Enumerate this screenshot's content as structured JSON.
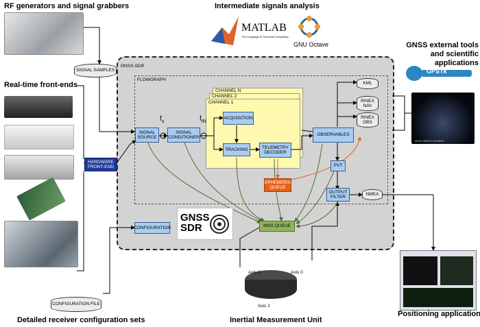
{
  "headers": {
    "rf_generators": "RF generators and signal grabbers",
    "intermediate": "Intermediate signals analysis",
    "gnss_tools": "GNSS external tools and scientific applications",
    "frontends": "Real-time front-ends",
    "config_sets": "Detailed receiver configuration sets",
    "imu": "Inertial Measurement Unit",
    "positioning": "Positioning applications"
  },
  "logos": {
    "matlab": "MATLAB",
    "matlab_sub": "The Language of Technical Computing",
    "octave": "GNU Octave",
    "gpstk": "GPSTk",
    "gnss_sdr": "GNSS SDR"
  },
  "labels": {
    "gnss_sdr_area": "GNSS-SDR",
    "flowgraph": "FLOWGRAPH",
    "signal_samples": "SIGNAL SAMPLES",
    "hardware_frontend": "HARDWARE FRONT-END",
    "signal_source": "SIGNAL SOURCE",
    "signal_conditioner": "SIGNAL CONDITIONER",
    "channel_n": "CHANNEL N",
    "channel_2": "CHANNEL 2",
    "channel_1": "CHANNEL 1",
    "acquisition": "ACQUISITION",
    "tracking": "TRACKING",
    "telemetry_decoder": "TELEMETRY DECODER",
    "observables": "OBSERVABLES",
    "pvt": "PVT",
    "output_filter": "OUTPUT FILTER",
    "ephemeris_queue": "EPHEMERIS QUEUE",
    "msg_queue": "MSG QUEUE",
    "configuration": "CONFIGURATION",
    "configuration_file": "CONFIGURATION FILE",
    "kml": "KML",
    "rinex_nav": "RINEX NAV",
    "rinex_obs": "RINEX OBS",
    "nmea": "NMEA",
    "fs": "f",
    "fs_sub": "s",
    "fin": "f",
    "fin_sub": "IN",
    "axis0": "Axis 0",
    "axis1": "Axis 1",
    "axis2": "Axis 2",
    "sky_caption": "NOW GNSS-R WORKS"
  },
  "colors": {
    "block_blue": "#a9cdf2",
    "channel_yellow": "#fff9b0",
    "ephemeris_orange": "#e8601c",
    "msg_queue_green": "#8fb35a",
    "area_gray": "#d3d3d3",
    "hardware_navy": "#1f3a9a"
  }
}
